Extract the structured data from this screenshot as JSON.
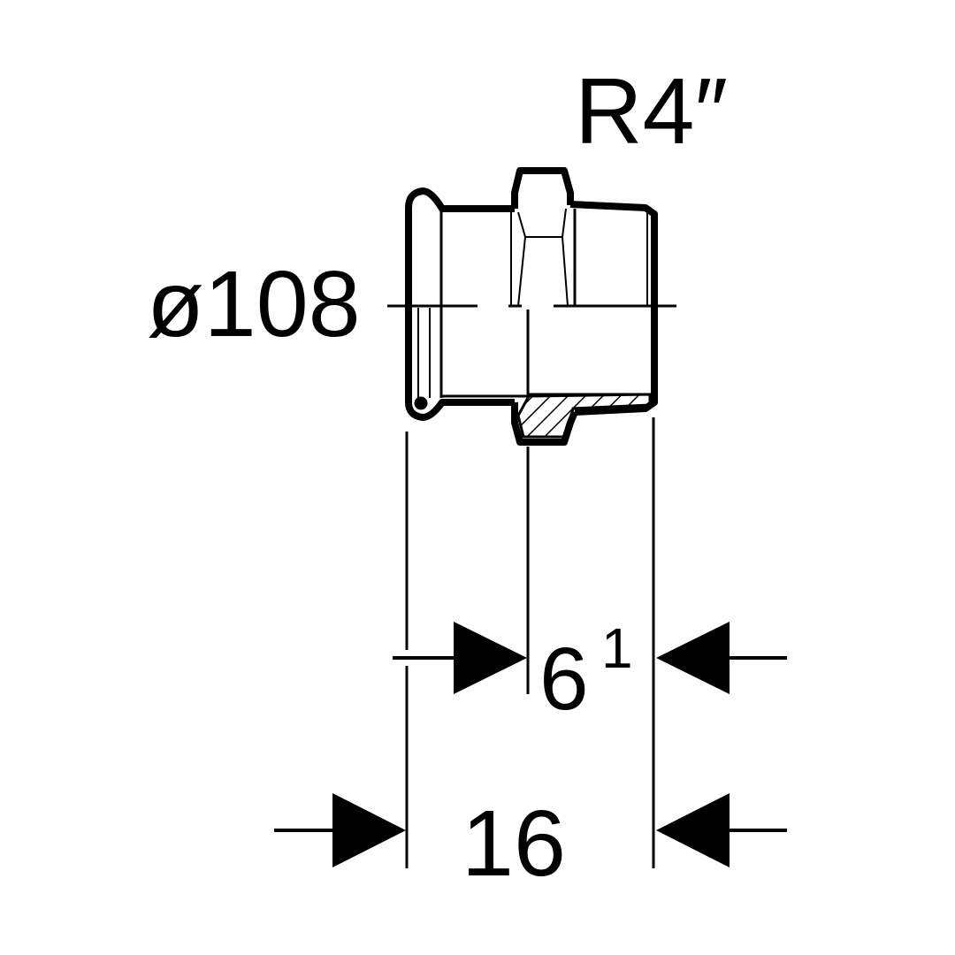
{
  "labels": {
    "thread": "R4″",
    "diameter": "ø108",
    "dim_inner_base": "6",
    "dim_inner_sup": "1",
    "dim_total": "16"
  },
  "colors": {
    "ink": "#000000",
    "paper": "#ffffff"
  }
}
